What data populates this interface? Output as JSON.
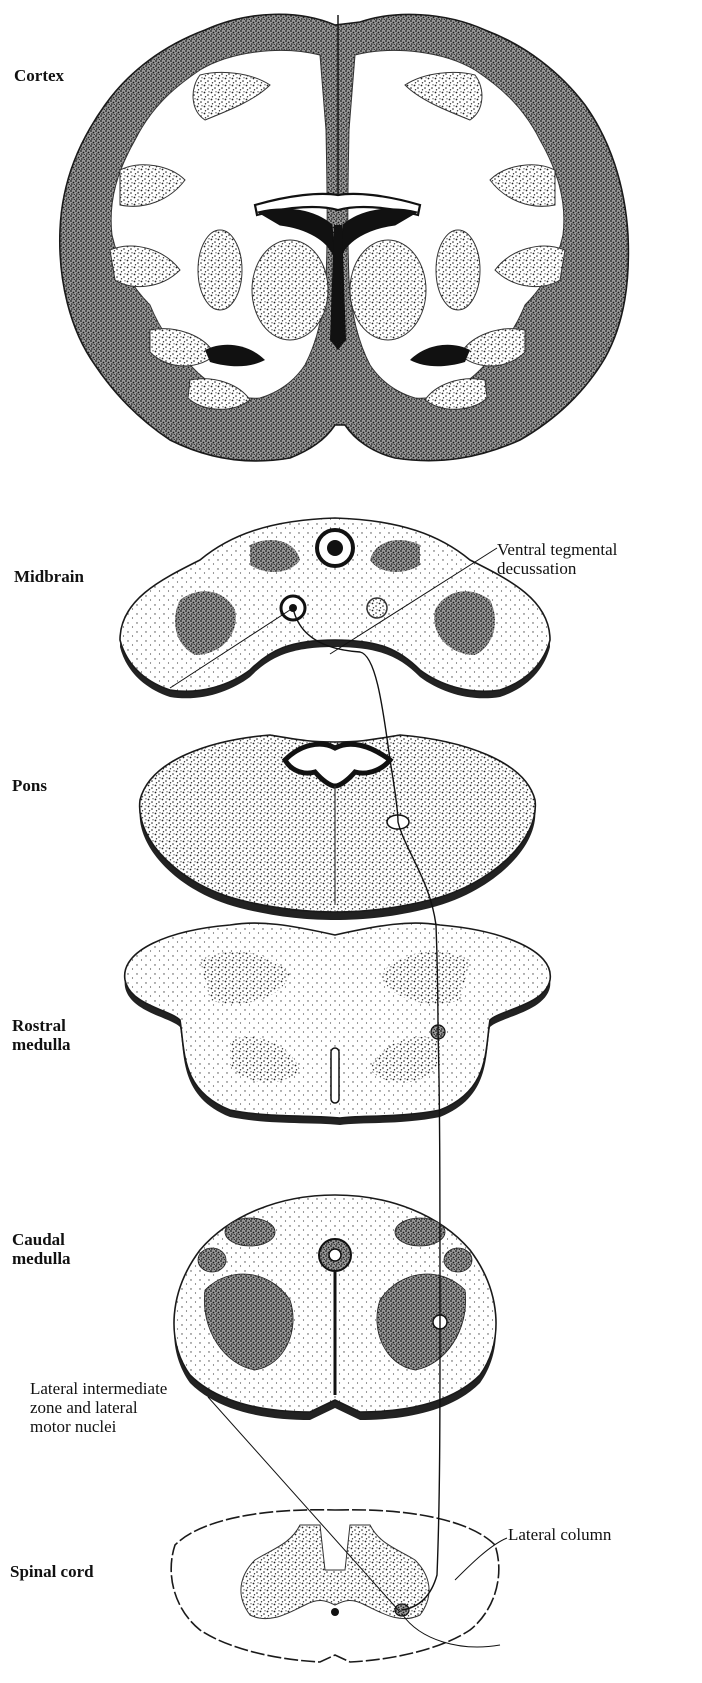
{
  "diagram": {
    "sections": [
      {
        "id": "cortex",
        "label": "Cortex"
      },
      {
        "id": "midbrain",
        "label": "Midbrain"
      },
      {
        "id": "pons",
        "label": "Pons"
      },
      {
        "id": "rostral_medulla",
        "label": "Rostral\nmedulla"
      },
      {
        "id": "caudal_medulla",
        "label": "Caudal\nmedulla"
      },
      {
        "id": "spinal_cord",
        "label": "Spinal cord"
      }
    ],
    "annotations": {
      "ventral_tegmental_decussation": "Ventral tegmental\ndecussation",
      "lateral_intermediate_zone": "Lateral intermediate\nzone and lateral\nmotor nuclei",
      "lateral_column": "Lateral column"
    },
    "colors": {
      "tissue_outline": "#1a1a1a",
      "gray_matter_stipple": "#3a3a3a",
      "ventricle_fill": "#111111",
      "section_shadow": "#222222"
    }
  }
}
